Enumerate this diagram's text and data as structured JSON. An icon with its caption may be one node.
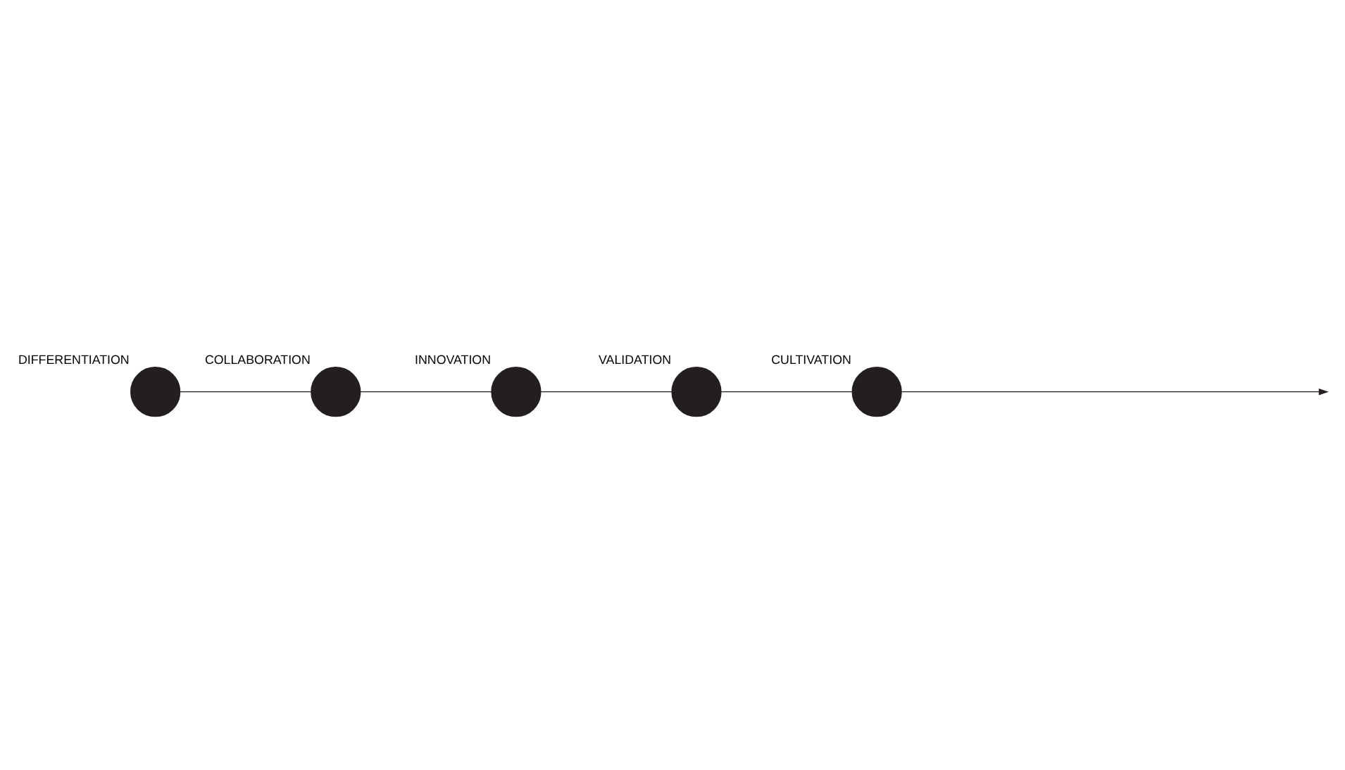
{
  "diagram": {
    "nodes": [
      {
        "text": [],
        "shape": "circle",
        "beside": [
          "CULTIVATION"
        ]
      },
      {
        "text": [],
        "shape": "circle",
        "beside": [
          "DIFFERENTIATION"
        ]
      },
      {
        "text": [],
        "shape": "circle",
        "beside": [
          "COLLABORATION"
        ]
      },
      {
        "text": [],
        "shape": "circle",
        "beside": [
          "INNOVATION"
        ]
      },
      {
        "text": [],
        "shape": "circle",
        "beside": [
          "VALIDATION"
        ]
      }
    ],
    "edges": [
      {
        "from": 0,
        "to": null,
        "arrow": "to"
      },
      {
        "from": 1,
        "to": 2,
        "arrow": "none"
      },
      {
        "from": 2,
        "to": 3,
        "arrow": "none"
      },
      {
        "from": 3,
        "to": 4,
        "arrow": "none"
      },
      {
        "from": 4,
        "to": 0,
        "arrow": "none"
      }
    ]
  }
}
